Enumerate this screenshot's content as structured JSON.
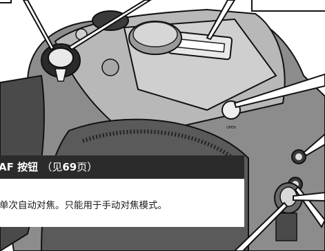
{
  "panel": {
    "heading_key": "AF",
    "heading_label": "按钮",
    "heading_ref_prefix": "（见",
    "heading_ref_page": "69",
    "heading_ref_suffix": "页）",
    "body_text": "单次自动对焦。只能用于手动对焦模式。"
  },
  "illustration": {
    "subject": "camera-top-view",
    "embossed_text": "OPEN",
    "style": "grayscale-line-art"
  }
}
